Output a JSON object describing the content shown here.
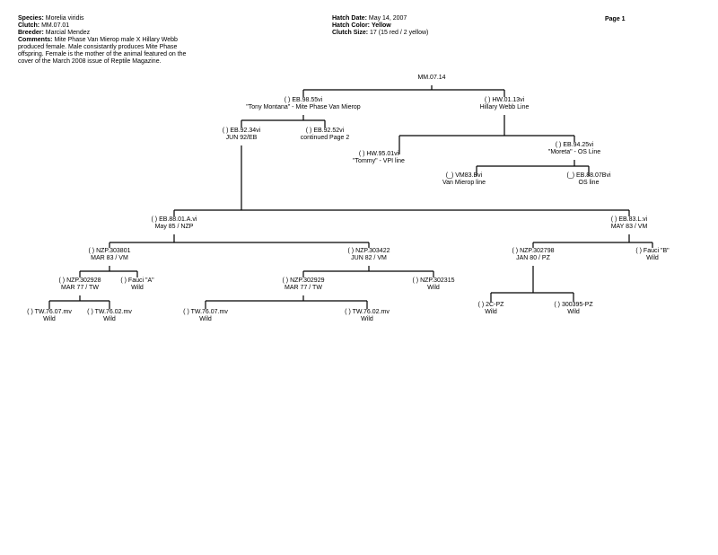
{
  "header": {
    "species_label": "Species:",
    "species": "Morelia viridis",
    "clutch_label": "Clutch:",
    "clutch": "MM.07.01",
    "breeder_label": "Breeder:",
    "breeder": "Marcial Mendez",
    "comments_label": "Comments:",
    "comments": "Mite Phase Van Mierop male X Hillary Webb produced female.  Male consistantly produces Mite Phase offspring.  Female is the mother of the animal featured on the cover of the March 2008 issue of Reptile Magazine.",
    "hatch_date_label": "Hatch Date:",
    "hatch_date": "May 14, 2007",
    "hatch_color_label": "Hatch Color:",
    "hatch_color": "Yellow",
    "clutch_size_label": "Clutch Size:",
    "clutch_size": "17 (15 red / 2 yellow)",
    "page": "Page 1"
  },
  "tree": [
    {
      "id": "root",
      "l1": "MM.07.14",
      "l2": ""
    },
    {
      "id": "sire",
      "l1": "(  ) EB.98.55vi",
      "l2": "\"Tony Montana\"  - Mite Phase Van Mierop"
    },
    {
      "id": "dam",
      "l1": "(  ) HW.01.13vi",
      "l2": "Hillary Webb Line"
    },
    {
      "id": "sire_sire",
      "l1": "(  ) EB.92.34vi",
      "l2": "JUN 92/EB"
    },
    {
      "id": "sire_dam",
      "l1": "(  ) EB.92.52vi",
      "l2": "continued Page 2"
    },
    {
      "id": "dam_sire",
      "l1": "(  ) HW.95.01vi",
      "l2": "\"Tommy\" - VPI line"
    },
    {
      "id": "dam_dam",
      "l1": "(  ) EB.94.25vi",
      "l2": "\"Moreta\" - OS Line"
    },
    {
      "id": "vm83",
      "l1": "(_) VM83.Bvi",
      "l2": "Van Mierop line"
    },
    {
      "id": "eb8807",
      "l1": "(_) EB.88.07Bvi",
      "l2": "OS line"
    },
    {
      "id": "eb8801",
      "l1": "(  ) EB.88.01.A.vi",
      "l2": "May 85 / NZP"
    },
    {
      "id": "eb83l",
      "l1": "(  ) EB.83.L.vi",
      "l2": "MAY 83 / VM"
    },
    {
      "id": "nzp303801",
      "l1": "(  ) NZP.303801",
      "l2": "MAR 83 /  VM"
    },
    {
      "id": "nzp303422",
      "l1": "(  ) NZP.303422",
      "l2": "JUN 82 / VM"
    },
    {
      "id": "nzp302798",
      "l1": "(  ) NZP.302798",
      "l2": "JAN 80 / PZ"
    },
    {
      "id": "faucib",
      "l1": "(  ) Fauci \"B\"",
      "l2": "Wild"
    },
    {
      "id": "nzp302928",
      "l1": "(  ) NZP.302928",
      "l2": "MAR 77 / TW"
    },
    {
      "id": "faucia",
      "l1": "(  ) Fauci \"A\"",
      "l2": "Wild"
    },
    {
      "id": "nzp302929",
      "l1": "(  ) NZP.302929",
      "l2": "MAR 77 / TW"
    },
    {
      "id": "nzp302315",
      "l1": "(  ) NZP.302315",
      "l2": "Wild"
    },
    {
      "id": "pz2c",
      "l1": "(  ) 2C-PZ",
      "l2": "Wild"
    },
    {
      "id": "pz300395",
      "l1": "(  ) 300395-PZ",
      "l2": "Wild"
    },
    {
      "id": "tw7607a",
      "l1": "(  ) TW.76.07.mv",
      "l2": "Wild"
    },
    {
      "id": "tw7602a",
      "l1": "(  ) TW.76.02.mv",
      "l2": "Wild"
    },
    {
      "id": "tw7607b",
      "l1": "(  ) TW.76.07.mv",
      "l2": "Wild"
    },
    {
      "id": "tw7602b",
      "l1": "(  ) TW.76.02.mv",
      "l2": "Wild"
    }
  ]
}
